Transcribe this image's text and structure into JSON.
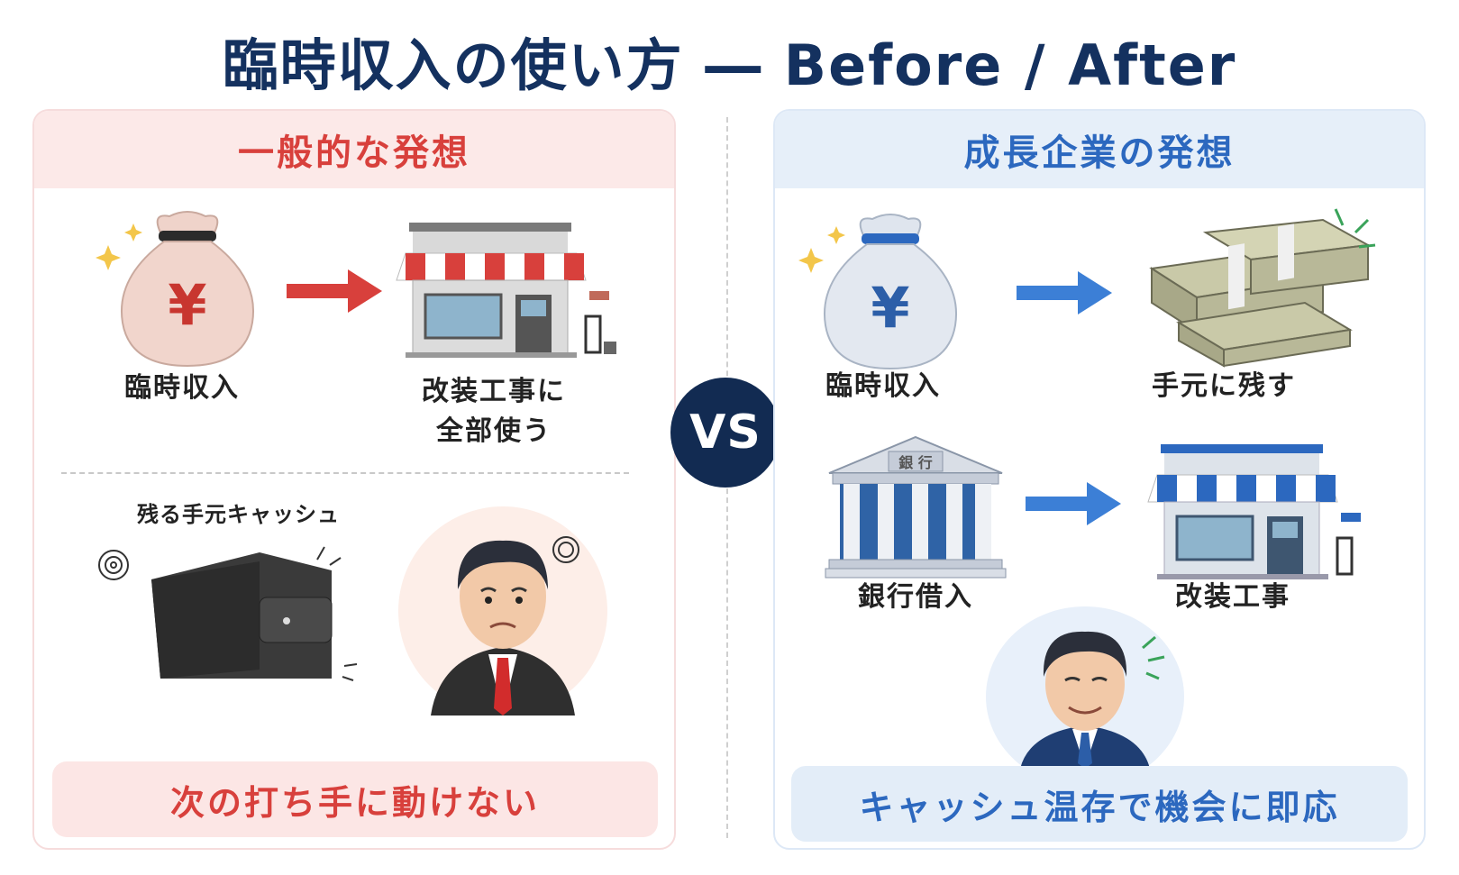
{
  "title": "臨時収入の使い方 ― Before / After",
  "left": {
    "header": "一般的な発想",
    "income_label": "臨時収入",
    "renovation_label_line1": "改装工事に",
    "renovation_label_line2": "全部使う",
    "cash_left_label": "残る手元キャッシュ",
    "banner": "次の打ち手に動けない",
    "yen_symbol": "¥"
  },
  "right": {
    "header": "成長企業の発想",
    "income_label": "臨時収入",
    "keep_label": "手元に残す",
    "bank_label": "銀行借入",
    "bank_sign": "銀 行",
    "renovation_label": "改装工事",
    "banner": "キャッシュ温存で機会に即応",
    "yen_symbol": "¥"
  },
  "vs_label": "VS",
  "colors": {
    "title": "#14315f",
    "left_accent": "#d8403c",
    "right_accent": "#2c68bf",
    "vs_badge": "#122b52"
  }
}
